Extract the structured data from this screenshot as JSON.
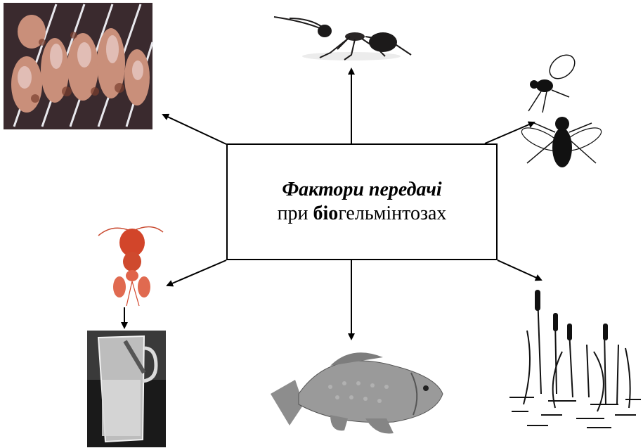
{
  "center": {
    "title": "Фактори передачі",
    "subtitle_prefix": "при ",
    "subtitle_bold": "біо",
    "subtitle_suffix": "гельмінтозах"
  },
  "images": [
    {
      "name": "shashlik-meat-image"
    },
    {
      "name": "ant-image"
    },
    {
      "name": "flies-image"
    },
    {
      "name": "cyclops-crustacean-image"
    },
    {
      "name": "glass-of-water-image"
    },
    {
      "name": "carp-fish-image"
    },
    {
      "name": "reeds-water-plants-image"
    }
  ],
  "colors": {
    "arrow": "#000000",
    "crustacean": "#d2452a",
    "fish": "#8a8a8a"
  }
}
